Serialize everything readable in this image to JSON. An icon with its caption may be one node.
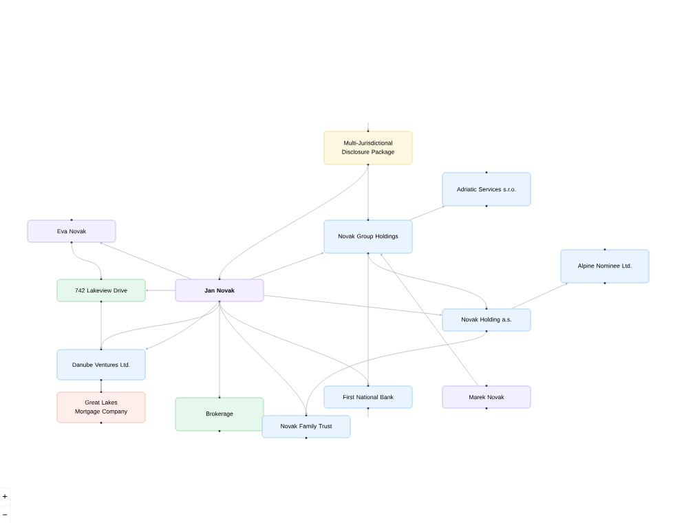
{
  "diagram": {
    "nodes": [
      {
        "text": [
          "Multi-Jurisdictional Disclosure Package"
        ]
      },
      {
        "text": [
          "Adriatic Services s.r.o."
        ]
      },
      {
        "text": [
          "Eva Novak"
        ]
      },
      {
        "text": [
          "Novak Group Holdings"
        ]
      },
      {
        "text": [
          "Alpine Nominee Ltd."
        ]
      },
      {
        "text": [
          "742 Lakeview Drive"
        ]
      },
      {
        "text": [
          "Jan Novak"
        ]
      },
      {
        "text": [
          "Novak Holding a.s."
        ]
      },
      {
        "text": [
          "Danube Ventures Ltd."
        ]
      },
      {
        "text": [
          "Great Lakes Mortgage Company"
        ]
      },
      {
        "text": [
          "Brokerage"
        ]
      },
      {
        "text": [
          "Novak Family Trust"
        ]
      },
      {
        "text": [
          "First National Bank"
        ]
      },
      {
        "text": [
          "Marek Novak"
        ]
      }
    ],
    "edges": [
      {
        "from": null,
        "to": 0,
        "arrow": "to"
      },
      {
        "from": 0,
        "to": 6,
        "arrow": "to"
      },
      {
        "from": 0,
        "to": 3,
        "arrow": "to"
      },
      {
        "from": 3,
        "to": 1,
        "arrow": "to"
      },
      {
        "from": 6,
        "to": 2,
        "arrow": "to"
      },
      {
        "from": 2,
        "to": 5,
        "arrow": "to"
      },
      {
        "from": 6,
        "to": 5,
        "arrow": "to"
      },
      {
        "from": 6,
        "to": 3,
        "arrow": "to"
      },
      {
        "from": 13,
        "to": 3,
        "arrow": "to"
      },
      {
        "from": 7,
        "to": 4,
        "arrow": "to"
      },
      {
        "from": 3,
        "to": 7,
        "arrow": "to"
      },
      {
        "from": 6,
        "to": 7,
        "arrow": "to"
      },
      {
        "from": 5,
        "to": 8,
        "arrow": "to"
      },
      {
        "from": 6,
        "to": 8,
        "arrow": "to"
      },
      {
        "from": 6,
        "to": 8,
        "arrow": "to"
      },
      {
        "from": 8,
        "to": 9,
        "arrow": "to"
      },
      {
        "from": 6,
        "to": 10,
        "arrow": "to"
      },
      {
        "from": 6,
        "to": 11,
        "arrow": "to"
      },
      {
        "from": 6,
        "to": 12,
        "arrow": "to"
      },
      {
        "from": 3,
        "to": 12,
        "arrow": "to"
      },
      {
        "from": 7,
        "to": 11,
        "arrow": "to"
      },
      {
        "from": 12,
        "to": null,
        "arrow": "none"
      }
    ],
    "labels": [
      "+",
      "−"
    ]
  }
}
